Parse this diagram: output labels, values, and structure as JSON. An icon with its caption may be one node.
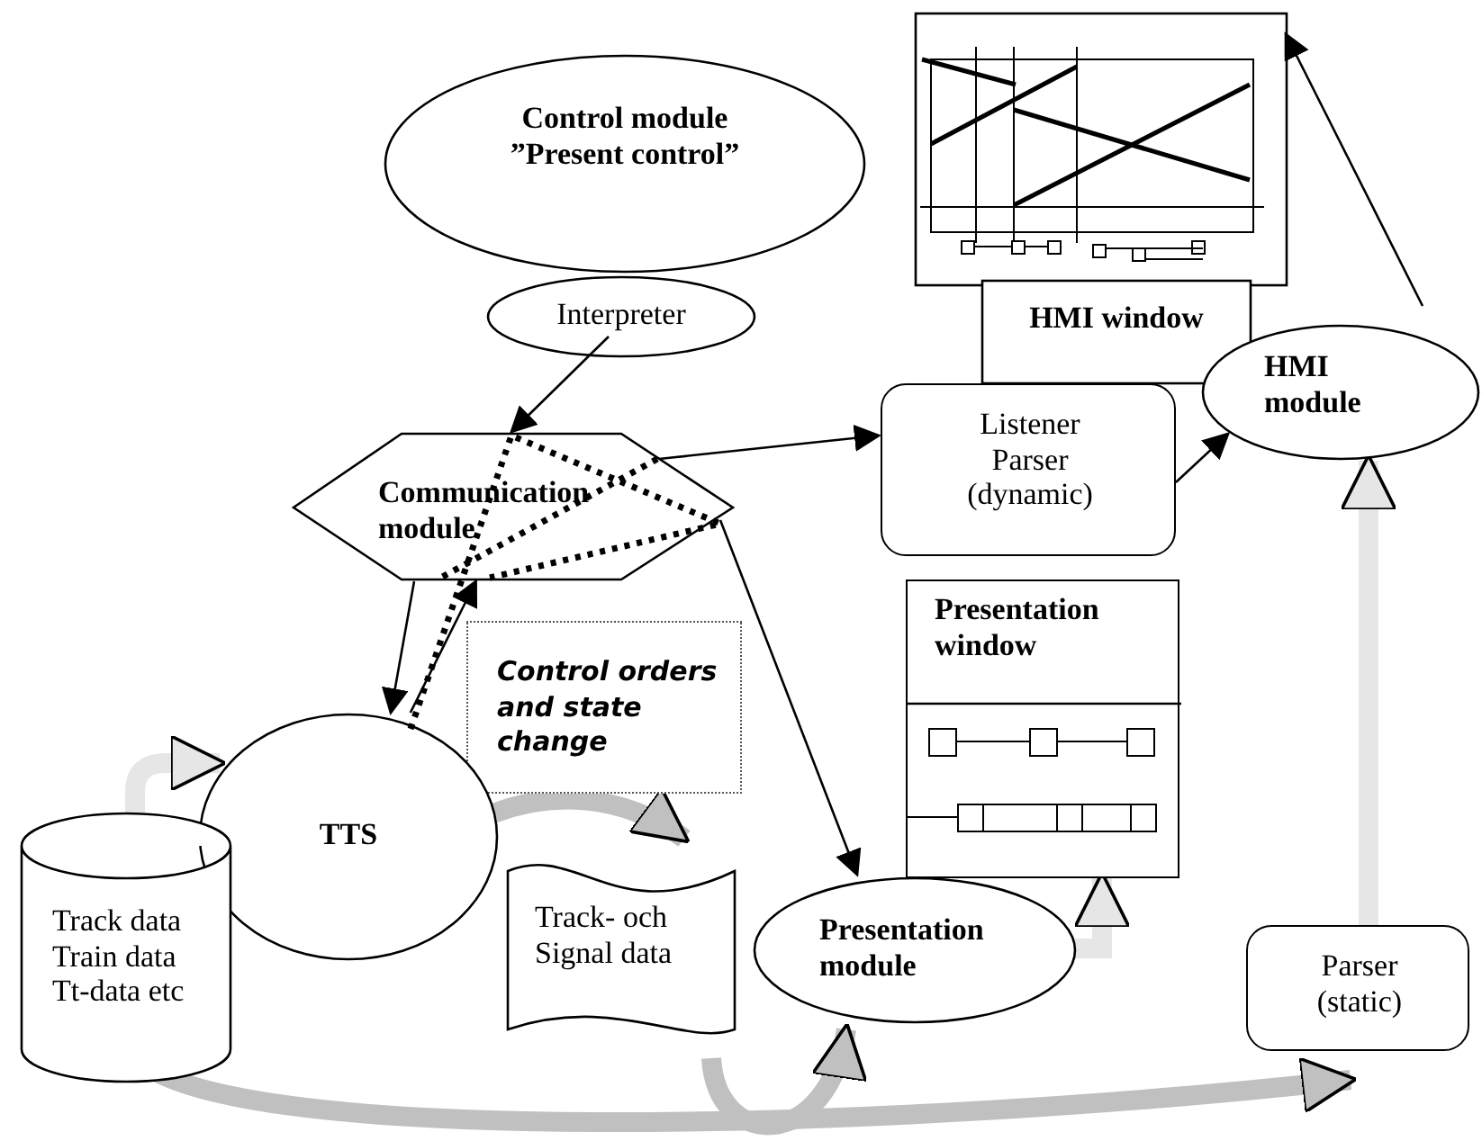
{
  "diagram": {
    "nodes": [
      {
        "text": [
          "Control module ”Present control”"
        ]
      },
      {
        "text": [
          "Interpreter"
        ]
      },
      {
        "text": [
          "Communication module"
        ]
      },
      {
        "text": [
          "HMI window"
        ]
      },
      {
        "text": [
          "Listener Parser (dynamic)"
        ]
      },
      {
        "text": [
          "HMI module"
        ]
      },
      {
        "text": [
          "Control orders and state change"
        ]
      },
      {
        "text": [
          "TTS"
        ]
      },
      {
        "text": [
          "Track data Train data Tt-data etc"
        ]
      },
      {
        "text": [
          "Track- och Signal data"
        ]
      },
      {
        "text": [
          "Presentation window"
        ]
      },
      {
        "text": [
          "Presentation module"
        ]
      },
      {
        "text": [
          "Parser (static)"
        ]
      }
    ],
    "edges": [
      {
        "from": 1,
        "to": 2,
        "arrow": "to"
      },
      {
        "from": 2,
        "to": 4,
        "arrow": "to"
      },
      {
        "from": 4,
        "to": 5,
        "arrow": "to"
      },
      {
        "from": 5,
        "to": 3,
        "arrow": "to"
      },
      {
        "from": 2,
        "to": 7,
        "arrow": "to"
      },
      {
        "from": 7,
        "to": 2,
        "arrow": "to"
      },
      {
        "from": 2,
        "to": 11,
        "arrow": "to"
      },
      {
        "from": 8,
        "to": 7,
        "arrow": "to",
        "style": "thick",
        "color": "#e6e6e6"
      },
      {
        "from": 7,
        "to": 9,
        "arrow": "to",
        "style": "thick",
        "color": "#c0c0c0"
      },
      {
        "from": 9,
        "to": 11,
        "arrow": "to",
        "style": "thick",
        "color": "#c0c0c0"
      },
      {
        "from": 11,
        "to": 10,
        "arrow": "to",
        "style": "thick",
        "color": "#e6e6e6"
      },
      {
        "from": 8,
        "to": 12,
        "arrow": "to",
        "style": "thick",
        "color": "#c0c0c0"
      },
      {
        "from": 12,
        "to": 5,
        "arrow": "to",
        "style": "thick",
        "color": "#e6e6e6"
      },
      {
        "from": 7,
        "to": 2,
        "arrow": "none",
        "style": "dashed"
      }
    ]
  }
}
